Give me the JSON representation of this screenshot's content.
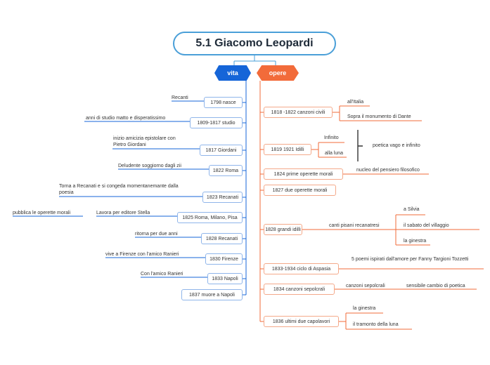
{
  "title": "5.1 Giacomo Leopardi",
  "branches": {
    "vita": "vita",
    "opere": "opere"
  },
  "colors": {
    "vita": "#1565d8",
    "opere": "#f26b3a",
    "title_border": "#4a9fd8"
  },
  "vita": [
    {
      "label": "1798 nasce",
      "note": "Recanti"
    },
    {
      "label": "1809-1817 studio",
      "note": "anni di studio matto e disperatissimo"
    },
    {
      "label": "1817 Giordani",
      "note": "inizio amicizia epistolare con Pietro Giordani"
    },
    {
      "label": "1822 Roma",
      "note": "Deludente soggiorno dagli zii"
    },
    {
      "label": "1823 Recanati",
      "note": "Torna a Recanati e si congeda momentanemante dalla poesia"
    },
    {
      "label": "1825 Roma, Milano, Pisa",
      "note": "Lavora per editore Stella",
      "note2": "pubblica le operette morali"
    },
    {
      "label": "1828 Recanati",
      "note": "ritorna per due anni"
    },
    {
      "label": "1830 Firenze",
      "note": "vive a Firenze con l'amico Ranieri"
    },
    {
      "label": "1833 Napoli",
      "note": "Con l'amico Ranieri"
    },
    {
      "label": "1837 muore a Napoli"
    }
  ],
  "opere": [
    {
      "label": "1818 -1822 canzoni civili",
      "subs": [
        "all'Italia",
        "Sopra il monumento di Dante"
      ]
    },
    {
      "label": "1819 1921 Idilli",
      "subs": [
        "Infinito",
        "alla luna"
      ],
      "group_note": "poetica vago e infinito"
    },
    {
      "label": "1824 prime operette morali",
      "note": "nucleo del pensiero filosofico"
    },
    {
      "label": "1827 due operette morali"
    },
    {
      "label": "1828 grandi idilli",
      "mid": "canti pisani recanatresi",
      "subs": [
        "a Silvia",
        "il sabato del villaggio",
        "la ginestra"
      ]
    },
    {
      "label": "1833-1934 ciclo di Aspasia",
      "note": "5 poemi ispirati dall'amore per Fanny Targioni Tozzetti"
    },
    {
      "label": "1834 canzoni sepolcrali",
      "mid": "canzoni sepolcrali",
      "note": "sensibile cambio di poetica"
    },
    {
      "label": "1836 ultimi due capolavori",
      "subs": [
        "la ginestra",
        "il tramonto della luna"
      ]
    }
  ]
}
